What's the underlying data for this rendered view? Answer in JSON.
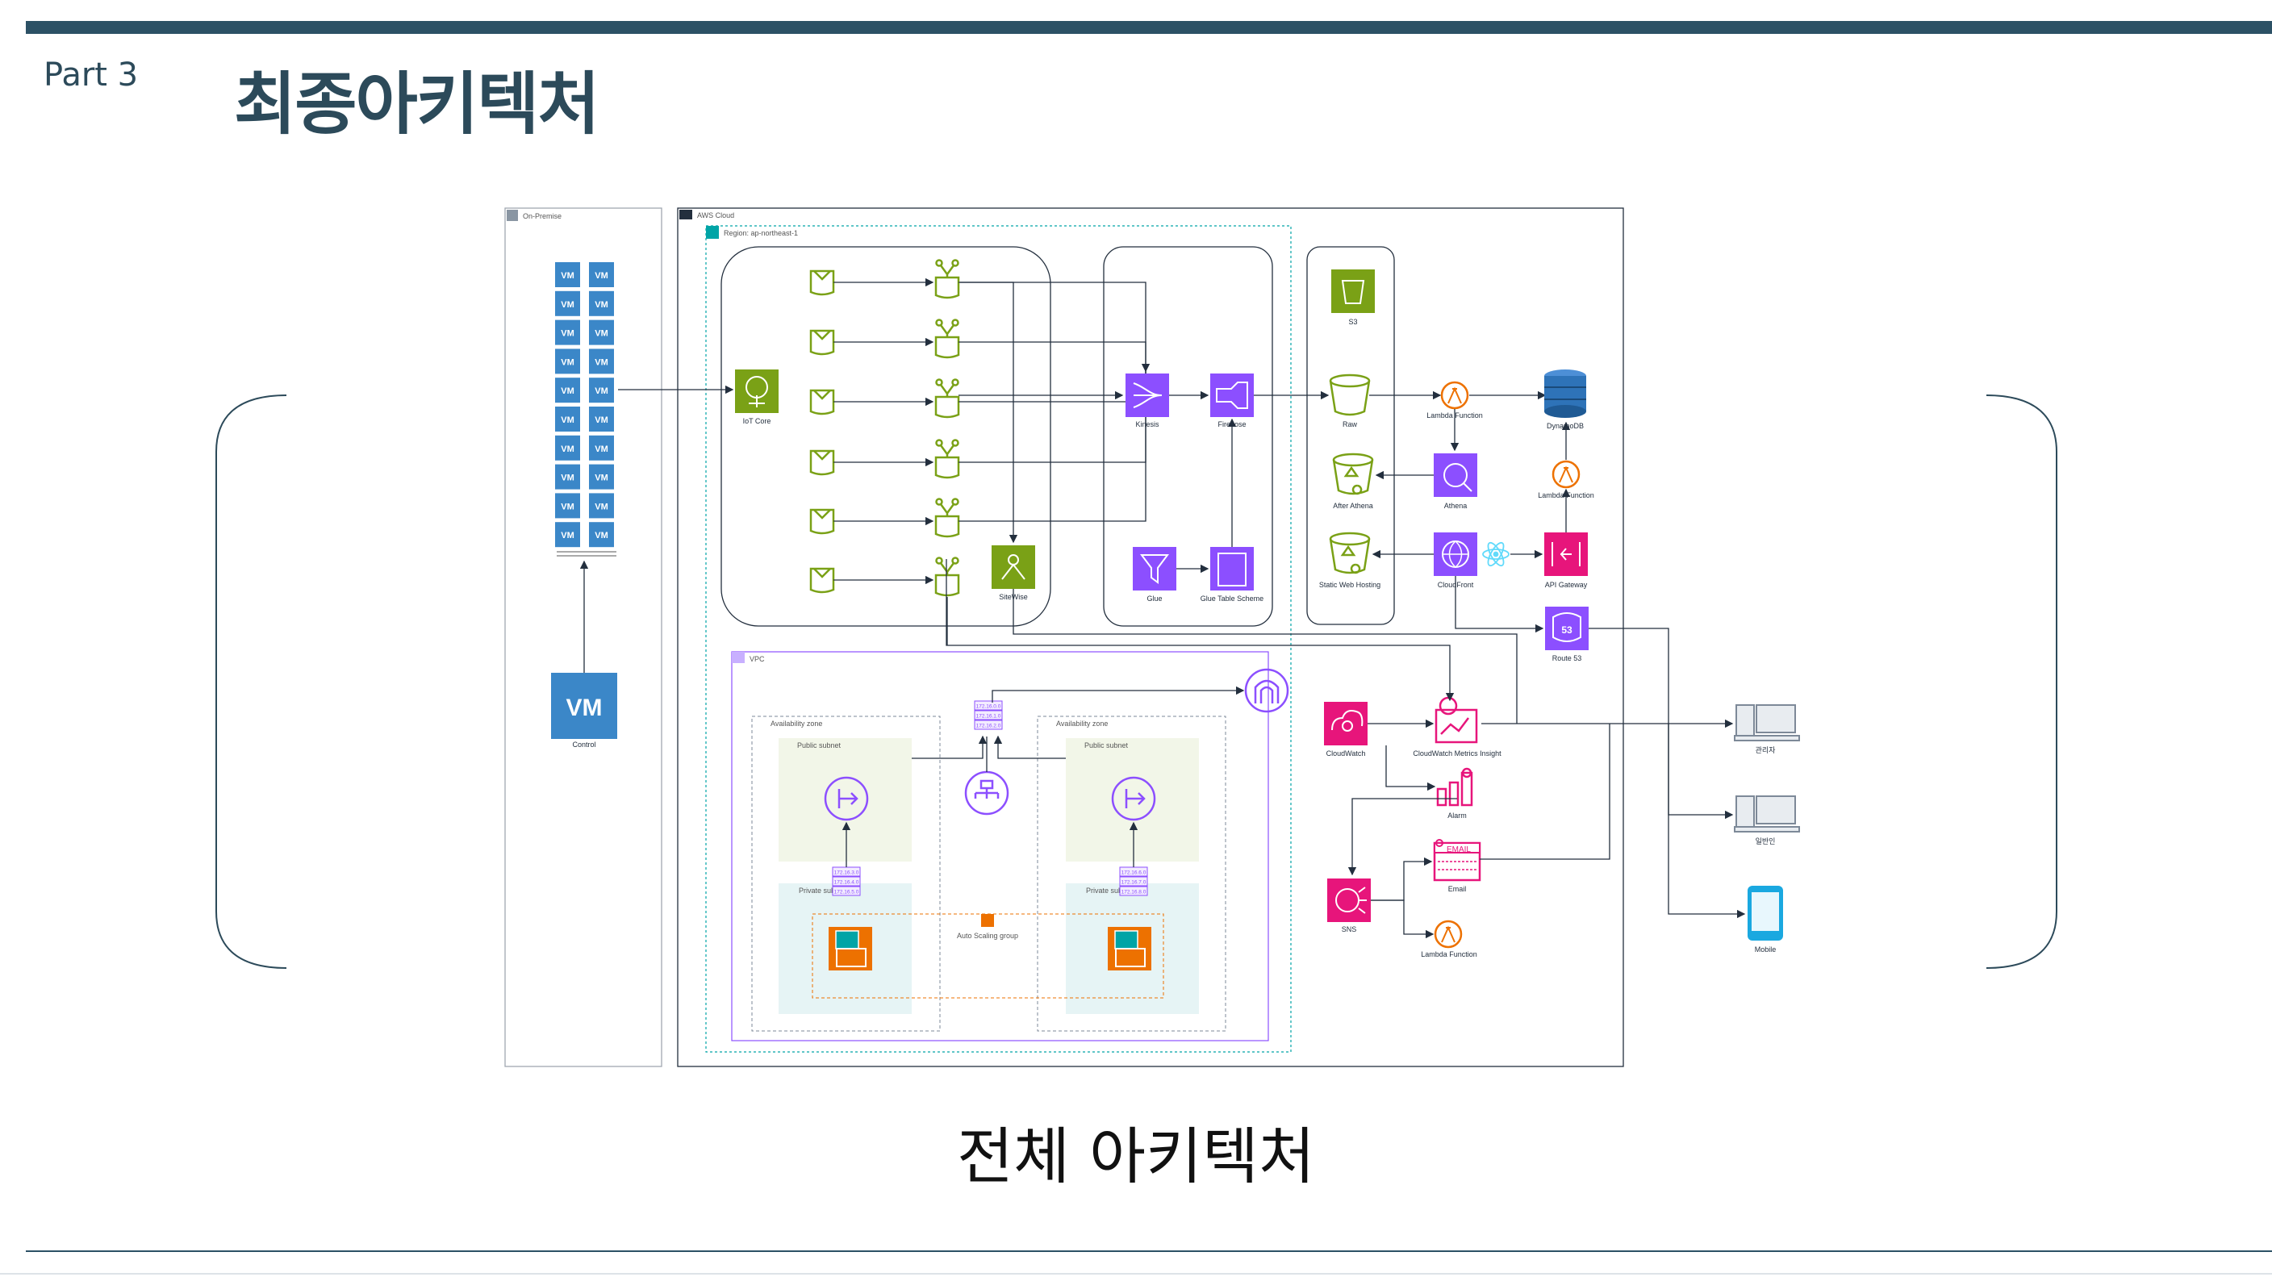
{
  "header": {
    "part": "Part 3",
    "title": "최종아키텍처"
  },
  "caption": "전체 아키텍처",
  "groups": {
    "on_premise": "On-Premise",
    "aws_cloud": "AWS Cloud",
    "region": "Region: ap-northeast-1",
    "vpc": "VPC",
    "az1": "Availability zone",
    "az2": "Availability zone",
    "public1": "Public subnet",
    "public2": "Public subnet",
    "private1": "Private subnet",
    "private2": "Private subnet",
    "asg": "Auto Scaling group"
  },
  "nodes": {
    "vm_small": "VM",
    "control_vm": "VM",
    "control": "Control",
    "iot_core": "IoT Core",
    "kinesis": "Kinesis",
    "firehose": "Firehose",
    "glue": "Glue",
    "glue_table": "Glue Table Scheme",
    "sitewise": "SiteWise",
    "s3": "S3",
    "raw": "Raw",
    "lambda1": "Lambda Function",
    "dynamodb": "DynamoDB",
    "after_athena": "After Athena",
    "athena": "Athena",
    "lambda2": "Lambda Function",
    "static_hosting": "Static Web Hosting",
    "cloudfront": "CloudFront",
    "api_gateway": "API Gateway",
    "route53": "Route 53",
    "cloudwatch": "CloudWatch",
    "cw_metrics": "CloudWatch Metrics Insight",
    "alarm": "Alarm",
    "email": "Email",
    "sns": "SNS",
    "lambda3": "Lambda Function",
    "admin": "관리자",
    "user": "일반인",
    "mobile": "Mobile",
    "ip_top": [
      "172.16.0.0",
      "172.16.1.0",
      "172.16.2.0"
    ],
    "ip_left": [
      "172.16.3.0",
      "172.16.4.0",
      "172.16.5.0"
    ],
    "ip_right": [
      "172.16.6.0",
      "172.16.7.0",
      "172.16.8.0"
    ],
    "email_icon_text": "EMAIL",
    "route53_icon_text": "53"
  },
  "colors": {
    "header_bar": "#2c5165",
    "title": "#2c4a5a",
    "vm": "#3b87c8",
    "iot": "#7aa116",
    "analytics": "#8c4fff",
    "database": "#2e73b8",
    "storage": "#7aa116",
    "lambda": "#ed7100",
    "management": "#e7157b",
    "compute": "#ed7100",
    "vpc": "#8c4fff",
    "subnet_public": "#7aa116",
    "subnet_private": "#00a4a6",
    "client": "#7d8998"
  }
}
